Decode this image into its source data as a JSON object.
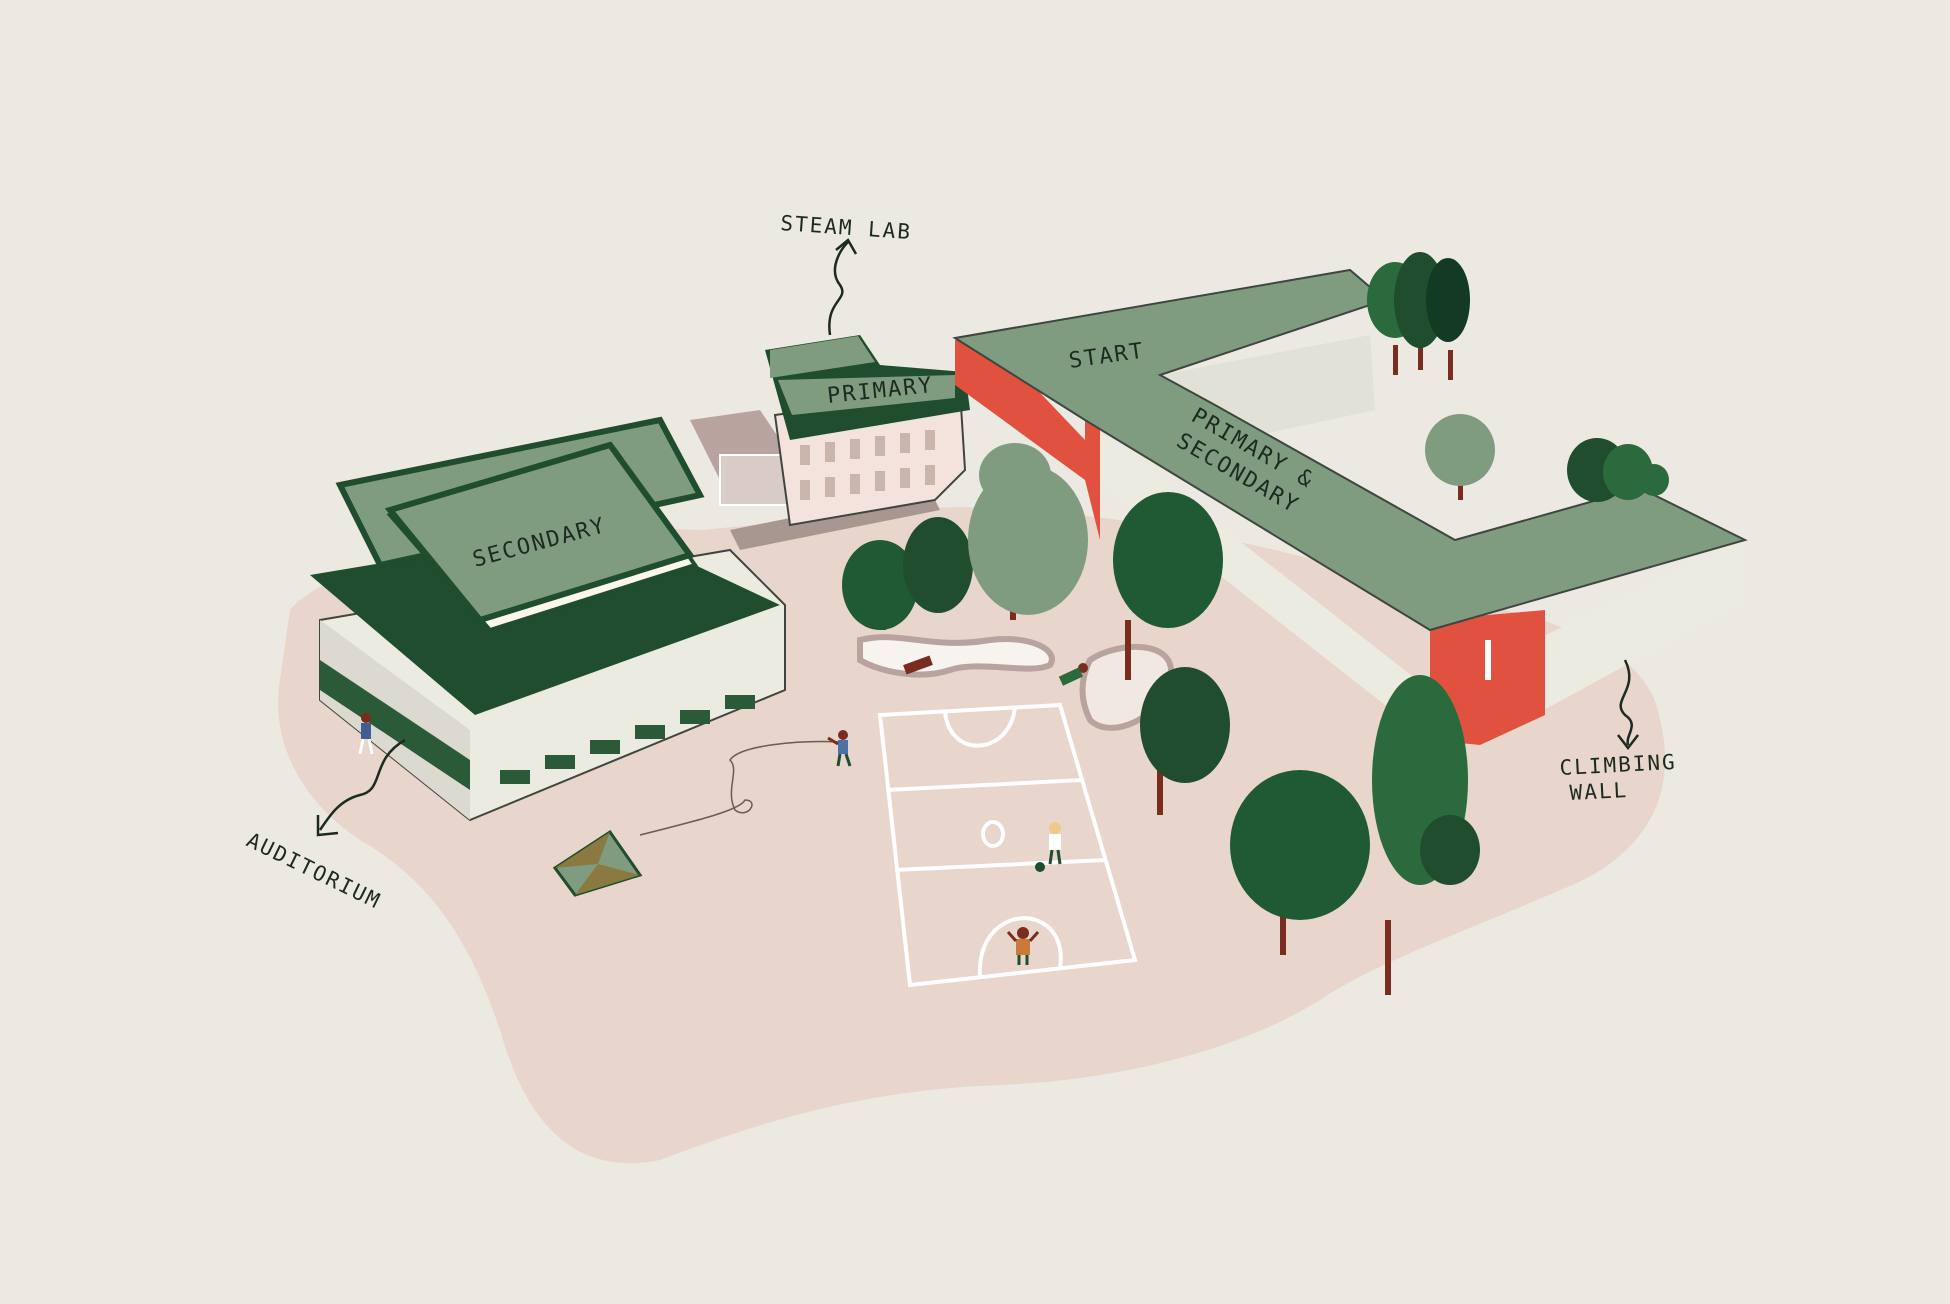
{
  "map": {
    "labels": {
      "steam_lab": "STEAM LAB",
      "primary": "PRIMARY",
      "start": "START",
      "primary_secondary_1": "PRIMARY &",
      "primary_secondary_2": "SECONDARY",
      "secondary": "SECONDARY",
      "climbing_1": "CLIMBING",
      "climbing_2": "WALL",
      "auditorium": "AUDITORIUM"
    },
    "colors": {
      "background": "#ebe9e2",
      "ground": "#e8d5cc",
      "roof_green": "#7f9c80",
      "dark_green": "#1f4d2e",
      "wall_cream": "#ecebe2",
      "red_accent": "#e0523f",
      "trunk": "#7a2c1f",
      "court_line": "#ffffff"
    }
  }
}
